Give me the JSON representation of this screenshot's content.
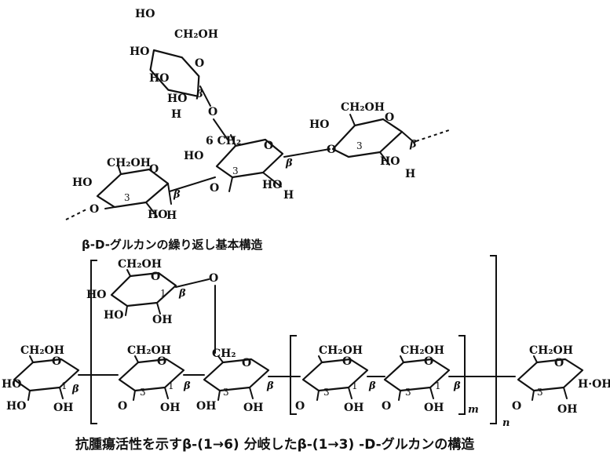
{
  "labels": {
    "OH": "OH",
    "HO": "HO",
    "H": "H",
    "O": "O",
    "CH2OH": "CH₂OH",
    "CH2": "CH₂",
    "CH2_6": "6 CH₂",
    "O_H": "O-H",
    "H_OH": "H·OH",
    "pos1": "1",
    "pos3": "3",
    "beta": "β",
    "m": "m",
    "n": "n"
  },
  "captions": {
    "top": "β-D-グルカンの繰り返し基本構造",
    "bottom": "抗腫瘍活性を示すβ-(1→6) 分岐したβ-(1→3) -D-グルカンの構造"
  }
}
